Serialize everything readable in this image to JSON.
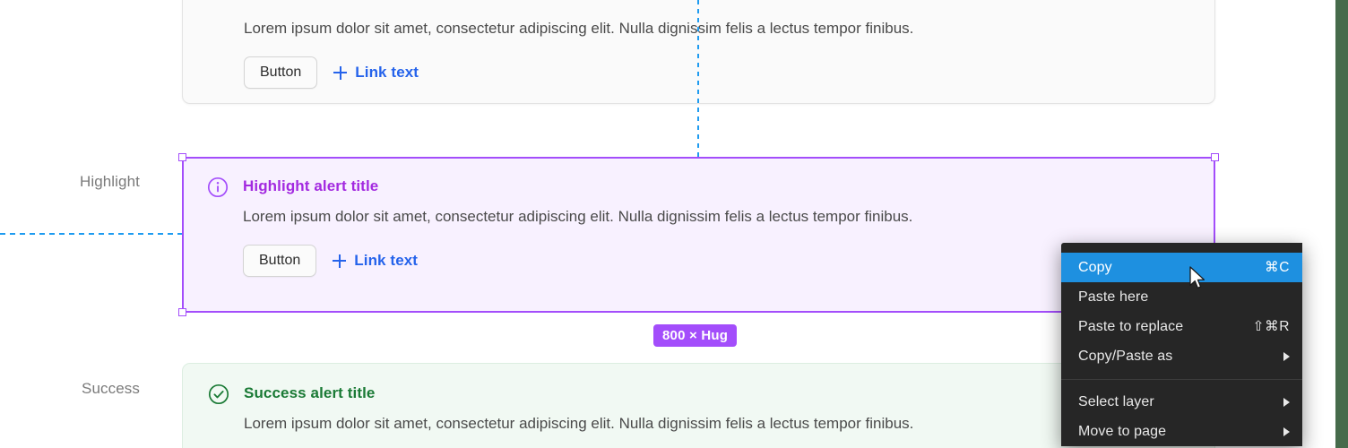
{
  "labels": {
    "highlight": "Highlight",
    "success": "Success"
  },
  "body_text": "Lorem ipsum dolor sit amet, consectetur adipiscing elit. Nulla dignissim felis a lectus tempor finibus.",
  "cards": {
    "top": {
      "body": "Lorem ipsum dolor sit amet, consectetur adipiscing elit. Nulla dignissim felis a lectus tempor finibus.",
      "button": "Button",
      "link": "Link text"
    },
    "highlight": {
      "icon": "info-circle-icon",
      "title": "Highlight alert title",
      "body": "Lorem ipsum dolor sit amet, consectetur adipiscing elit. Nulla dignissim felis a lectus tempor finibus.",
      "button": "Button",
      "link": "Link text",
      "title_color": "#a32ae0",
      "background": "#f8f1ff"
    },
    "success": {
      "icon": "check-circle-icon",
      "title": "Success alert title",
      "body": "Lorem ipsum dolor sit amet, consectetur adipiscing elit. Nulla dignissim felis a lectus tempor finibus.",
      "title_color": "#1a7a35",
      "background": "#f1f9f3"
    }
  },
  "selection": {
    "size_badge": "800 × Hug",
    "accent_color": "#a34dfb"
  },
  "guides": {
    "color": "#1e9bf0"
  },
  "context_menu": {
    "items": [
      {
        "label": "Copy",
        "shortcut": "⌘C",
        "selected": true,
        "submenu": false
      },
      {
        "label": "Paste here",
        "shortcut": "",
        "selected": false,
        "submenu": false
      },
      {
        "label": "Paste to replace",
        "shortcut": "⇧⌘R",
        "selected": false,
        "submenu": false
      },
      {
        "label": "Copy/Paste as",
        "shortcut": "",
        "selected": false,
        "submenu": true
      },
      {
        "label": "Select layer",
        "shortcut": "",
        "selected": false,
        "submenu": true
      },
      {
        "label": "Move to page",
        "shortcut": "",
        "selected": false,
        "submenu": true
      }
    ],
    "highlight_color": "#1e90e0",
    "background": "#262626"
  },
  "edge_strip_color": "#466b4b"
}
